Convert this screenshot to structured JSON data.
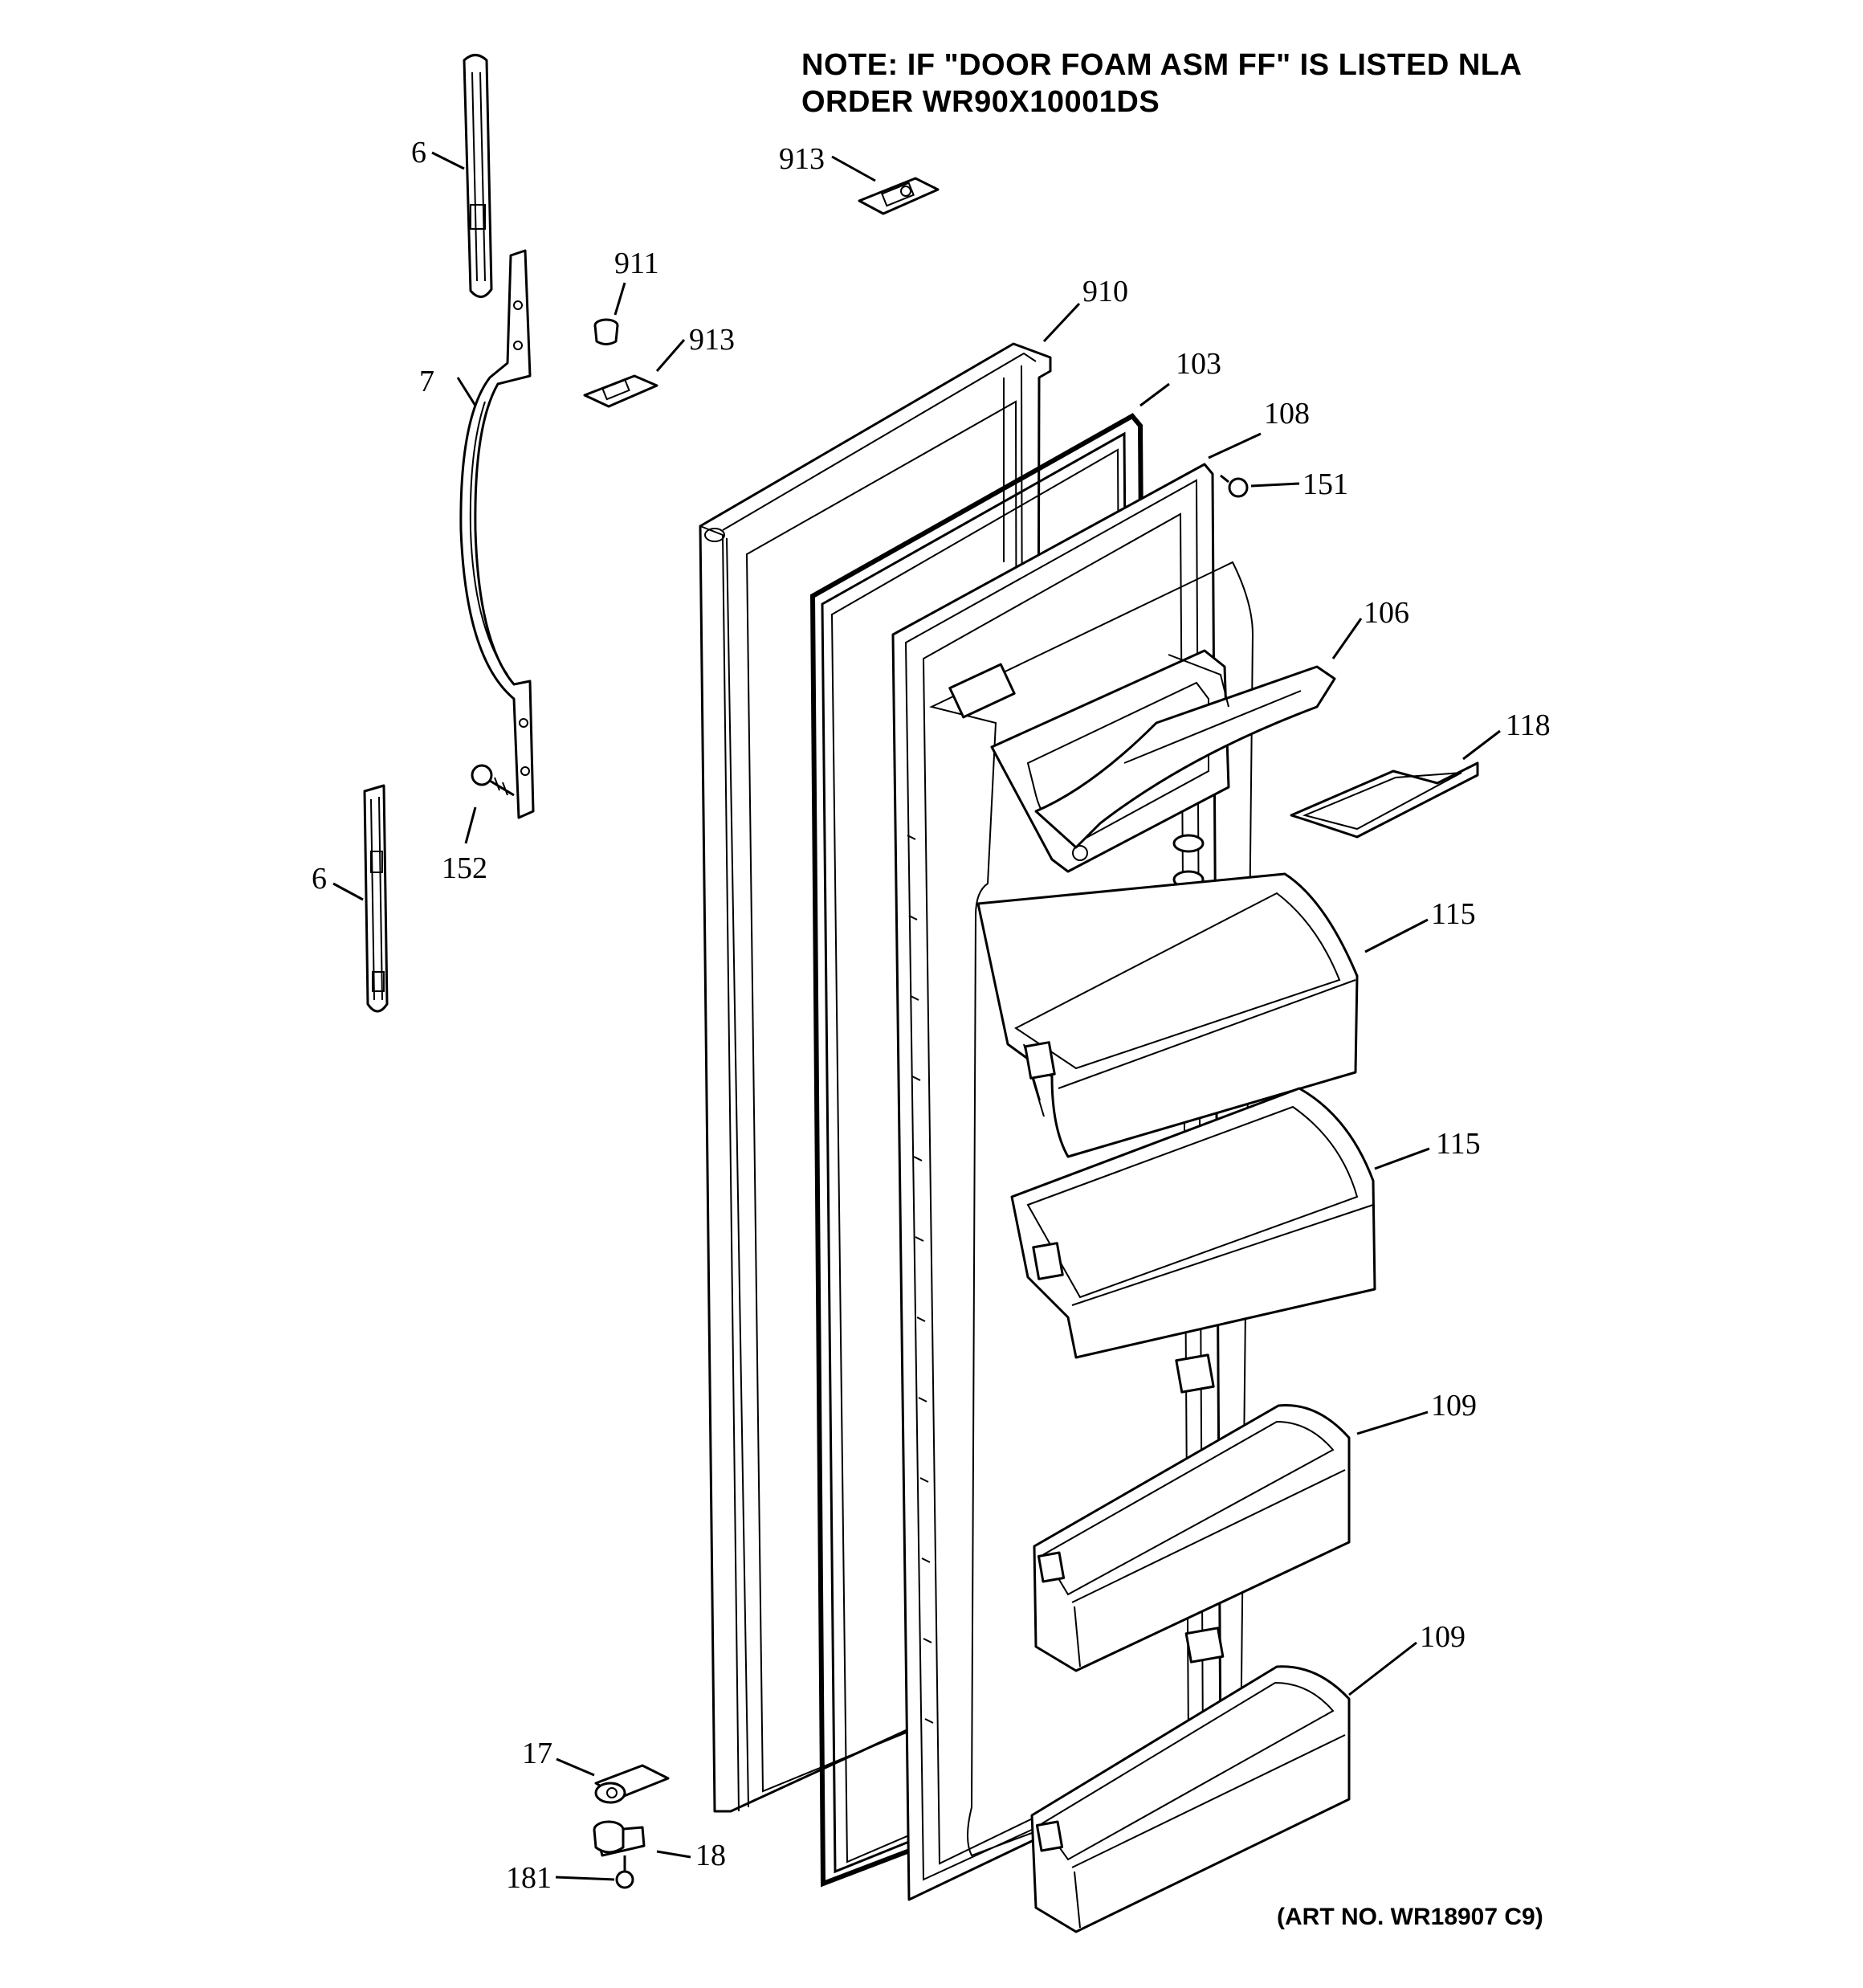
{
  "note": {
    "line1": "NOTE: IF \"DOOR FOAM ASM FF\" IS LISTED NLA",
    "line2": "ORDER WR90X10001DS"
  },
  "art_number": "(ART NO. WR18907 C9)",
  "callouts": {
    "c6a": "6",
    "c6b": "6",
    "c7": "7",
    "c152": "152",
    "c911": "911",
    "c913a": "913",
    "c913b": "913",
    "c910": "910",
    "c103": "103",
    "c108": "108",
    "c151": "151",
    "c106": "106",
    "c118": "118",
    "c115a": "115",
    "c115b": "115",
    "c109a": "109",
    "c109b": "109",
    "c17": "17",
    "c18": "18",
    "c181": "181"
  }
}
